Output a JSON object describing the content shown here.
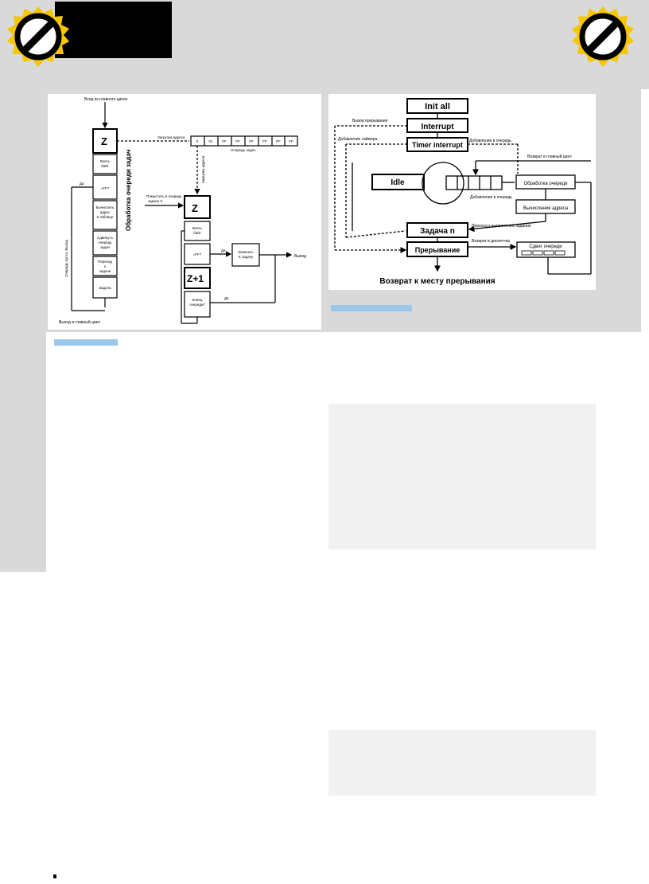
{
  "colors": {
    "band": "#d9d9d9",
    "badge": "#f6c600",
    "caption": "#9cc7e8",
    "textbox": "#f1f1f1"
  },
  "icons": {
    "left_badge": "no-entry-icon",
    "right_badge": "no-entry-icon"
  },
  "figure_left": {
    "entry": "Вход из главного цикла",
    "z": "Z",
    "take_byte": [
      "Взять",
      "байт"
    ],
    "eq_ff": "=FF?",
    "calc_addr": [
      "Вычислить",
      "адрес",
      "в таблице"
    ],
    "shift_queue": [
      "Сдвинуть",
      "очередь",
      "задач"
    ],
    "goto_task": [
      "Переход",
      "к",
      "задаче"
    ],
    "task": "Задача",
    "exit": "Выход в главный цикл",
    "yes_label": "Да",
    "empty_exit": "Очередь пуста: Выход",
    "vertical_title": "Обработка очереди задач",
    "load_addr": "Загрузка адреса",
    "queue_cells": [
      "0",
      "01",
      "FF",
      "FF",
      "FF",
      "FF",
      "FF",
      "FF"
    ],
    "queue_label": "Очередь задач",
    "load_addr_v": "Загрузка адреса",
    "put_task": [
      "Поместить в очередь",
      "задачу K"
    ],
    "z2": "Z",
    "take_byte2": [
      "Взять",
      "байт"
    ],
    "eq_ff2": "=FF?",
    "write_code": [
      "Записать",
      "K задачу"
    ],
    "yes2": "Да",
    "exit2": "Выход",
    "zp1": "Z+1",
    "queue_end": [
      "Конец",
      "очереди?"
    ],
    "yes3": "Да"
  },
  "figure_right": {
    "init": "Init all",
    "interrupt": "Interrupt",
    "call_interrupt": "Вызов прерывания",
    "add_timer": "Добавление таймера",
    "timer_interrupt": "Timer interrupt",
    "add_queue_top": "Добавление в очередь",
    "return_main": "Возврат в главный цикл",
    "idle": "Idle",
    "process_queue": "Обработка очереди",
    "add_queue_mid": "Добавление в очередь",
    "calc_addr": "Вычисление адреса",
    "goto_exec": "Переход к выполнению задания",
    "task_n": "Задача n",
    "return_dispatcher": "Возврат в диспетчер",
    "interruption": "Прерывание",
    "shift_queue": "Сдвиг очереди",
    "return_to_point": "Возврат к месту прерывания"
  }
}
